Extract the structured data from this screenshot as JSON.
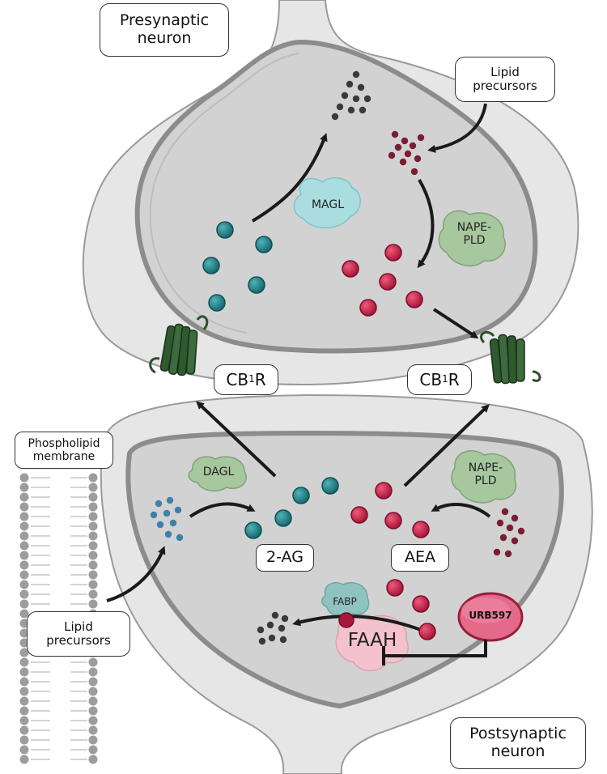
{
  "labels": {
    "presynaptic_line1": "Presynaptic",
    "presynaptic_line2": "neuron",
    "postsynaptic_line1": "Postsynaptic",
    "postsynaptic_line2": "neuron",
    "lipid_pre_line1": "Lipid",
    "lipid_pre_line2": "precursors",
    "lipid_post_line1": "Lipid",
    "lipid_post_line2": "precursors",
    "phospholipid_line1": "Phospholipid",
    "phospholipid_line2": "membrane",
    "cb1r_main": "CB",
    "cb1r_sub": "1",
    "cb1r_tail": "R",
    "two_ag": "2-AG",
    "aea": "AEA"
  },
  "enzymes": {
    "magl": "MAGL",
    "nape_pld_pre_line1": "NAPE-",
    "nape_pld_pre_line2": "PLD",
    "nape_pld_post_line1": "NAPE-",
    "nape_pld_post_line2": "PLD",
    "dagl": "DAGL",
    "fabp": "FABP",
    "faah": "FAAH",
    "urb597": "URB597"
  },
  "colors": {
    "teal": "#1f7f86",
    "crimson": "#c41e45",
    "maroon": "#7a1d32",
    "dark_dot": "#3a3a3a",
    "blue_dot": "#3f80a8",
    "receptor": "#2f4f2f",
    "cell_fill": "#d3d3d3",
    "outer_fill": "#e8e8e8"
  }
}
